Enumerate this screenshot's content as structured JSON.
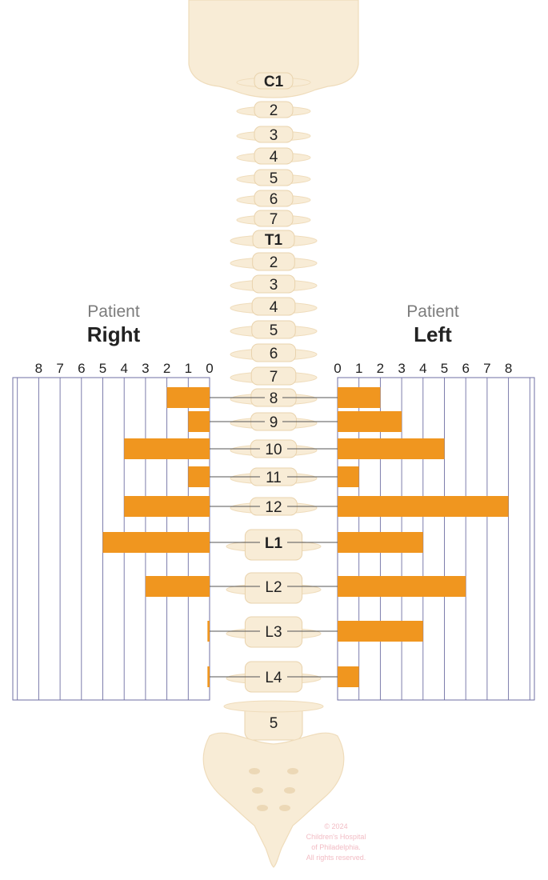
{
  "colors": {
    "bar": "#f0961f",
    "bone": "#f8ecd6",
    "bone_edge": "#efdcbb",
    "bone_shadow": "#e9d3ad",
    "grid": "#6f6fa3",
    "text_dark": "#222222",
    "text_muted": "#7c7c7c",
    "copyright": "#f2bcc4"
  },
  "spine_labels": {
    "cervical": [
      "C1",
      "2",
      "3",
      "4",
      "5",
      "6",
      "7"
    ],
    "thoracic": [
      "T1",
      "2",
      "3",
      "4",
      "5",
      "6",
      "7",
      "8",
      "9",
      "10",
      "11",
      "12"
    ],
    "lumbar": [
      "L1",
      "L2",
      "L3",
      "L4",
      "5"
    ]
  },
  "right_panel": {
    "caption": "Patient",
    "title": "Right"
  },
  "left_panel": {
    "caption": "Patient",
    "title": "Left"
  },
  "copyright": [
    "© 2024",
    "Children's Hospital",
    "of Philadelphia.",
    "All rights reserved."
  ],
  "chart_data": {
    "type": "bar",
    "orientation": "horizontal",
    "categories": [
      "8",
      "9",
      "10",
      "11",
      "12",
      "L1",
      "L2",
      "L3",
      "L4"
    ],
    "series": [
      {
        "name": "Right",
        "values": [
          2,
          1,
          4,
          1,
          4,
          5,
          3,
          0.1,
          0.1
        ]
      },
      {
        "name": "Left",
        "values": [
          2,
          3,
          5,
          1,
          8,
          4,
          6,
          4,
          1
        ]
      }
    ],
    "right_axis_ticks": [
      "8",
      "7",
      "6",
      "5",
      "4",
      "3",
      "2",
      "1",
      "0"
    ],
    "left_axis_ticks": [
      "0",
      "1",
      "2",
      "3",
      "4",
      "5",
      "6",
      "7",
      "8"
    ],
    "xlim": [
      0,
      9
    ],
    "grid": true
  }
}
